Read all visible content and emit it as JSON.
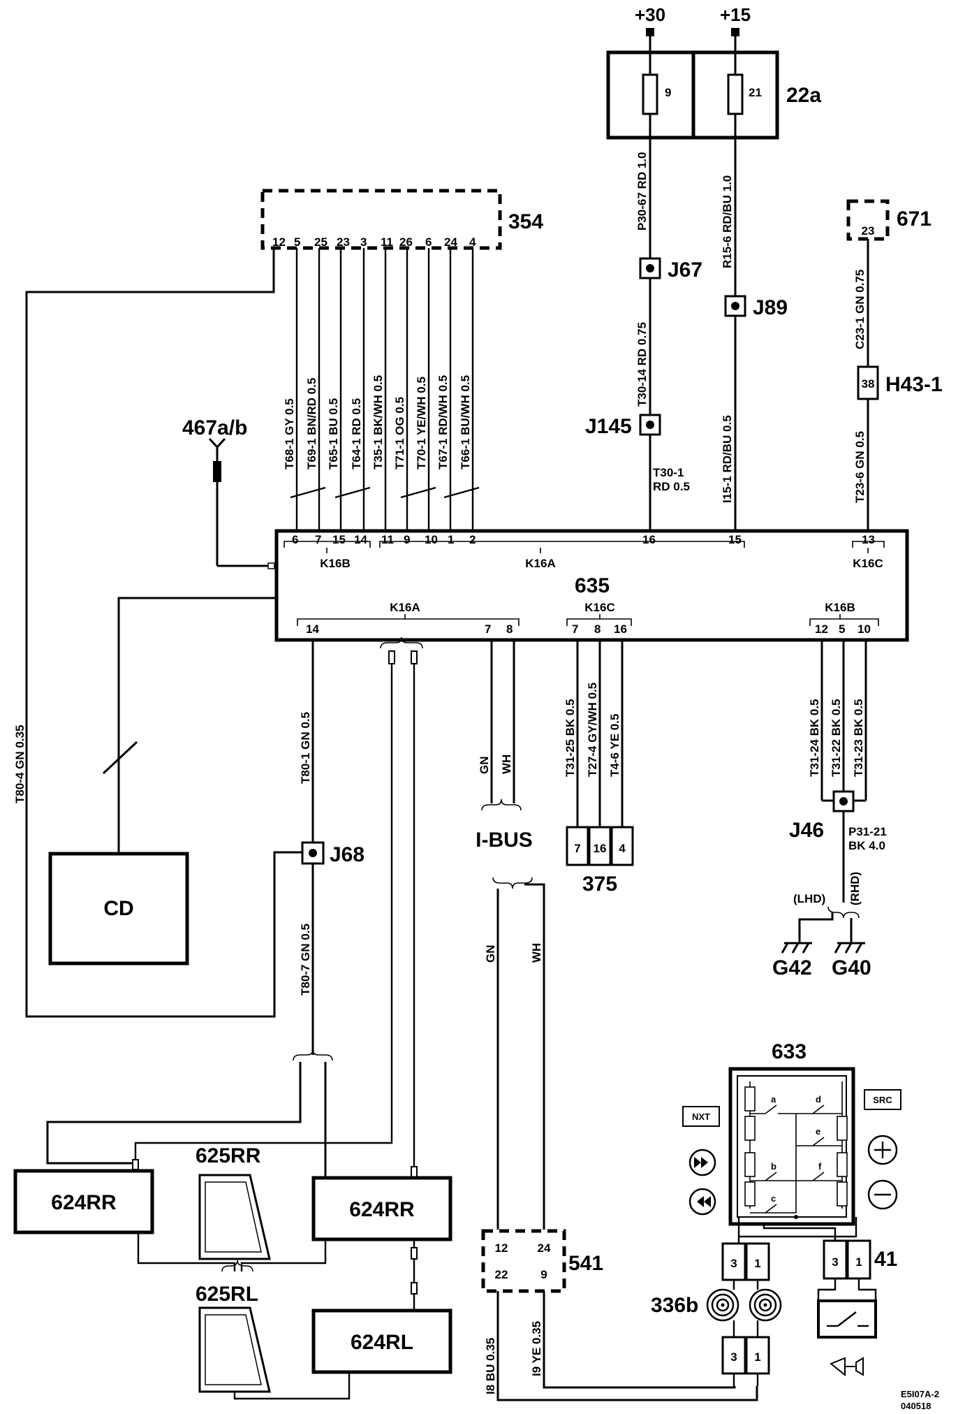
{
  "supply": {
    "terminal_30": "+30",
    "terminal_15": "+15"
  },
  "components": {
    "fusebox": "22a",
    "fuse_9": "9",
    "fuse_21": "21",
    "c354": "354",
    "c671": "671",
    "c671_pin": "23",
    "h43": "H43-1",
    "h43_pin": "38",
    "j67": "J67",
    "j89": "J89",
    "j145": "J145",
    "j68": "J68",
    "j46": "J46",
    "antenna": "467a/b",
    "radio": "635",
    "cd": "CD",
    "ibus": "I-BUS",
    "c375": "375",
    "g42": "G42",
    "g40": "G40",
    "lhd": "(LHD)",
    "rhd": "(RHD)",
    "c633": "633",
    "c541": "541",
    "c41": "41",
    "c336b": "336b",
    "spk_624rr_left": "624RR",
    "spk_624rr_right": "624RR",
    "spk_624rl": "624RL",
    "spk_625rr": "625RR",
    "spk_625rl": "625RL",
    "btn_nxt": "NXT",
    "btn_src": "SRC",
    "sw_a": "a",
    "sw_b": "b",
    "sw_c": "c",
    "sw_d": "d",
    "sw_e": "e",
    "sw_f": "f",
    "footer_code": "E5I07A-2",
    "footer_date": "040518"
  },
  "c354_pins": [
    "12",
    "5",
    "25",
    "23",
    "3",
    "11",
    "26",
    "6",
    "24",
    "4"
  ],
  "c375_pins": [
    "7",
    "16",
    "4"
  ],
  "c541_pins": {
    "top_left": "12",
    "top_right": "24",
    "bottom_left": "22",
    "bottom_right": "9"
  },
  "c41_pins": [
    "3",
    "1"
  ],
  "c336b_top_pins": [
    "3",
    "1"
  ],
  "c336b_bottom_pins": [
    "3",
    "1"
  ],
  "radio_connectors": {
    "k16b_top": {
      "label": "K16B",
      "pins": [
        "6",
        "7",
        "15",
        "14"
      ]
    },
    "k16a_top": {
      "label": "K16A",
      "pins": [
        "11",
        "9",
        "10",
        "1",
        "2",
        "16",
        "15"
      ]
    },
    "k16c_top": {
      "label": "K16C",
      "pins": [
        "13"
      ]
    },
    "k16a_bottom": {
      "label": "K16A",
      "pins": [
        "14",
        "7",
        "8"
      ]
    },
    "k16c_bottom": {
      "label": "K16C",
      "pins": [
        "7",
        "8",
        "16"
      ]
    },
    "k16b_bottom": {
      "label": "K16B",
      "pins": [
        "12",
        "5",
        "10"
      ]
    }
  },
  "wires": {
    "p30_67": "P30-67  RD 1.0",
    "r15_6": "R15-6  RD/BU 1.0",
    "t30_14": "T30-14  RD  0.75",
    "i15_1": "I15-1  RD/BU  0.5",
    "t30_1_a": "T30-1",
    "t30_1_b": "RD  0.5",
    "c23_1": "C23-1  GN  0.75",
    "t23_6": "T23-6  GN  0.5",
    "t68_1": "T68-1  GY  0.5",
    "t69_1": "T69-1  BN/RD  0.5",
    "t65_1": "T65-1  BU  0.5",
    "t64_1": "T64-1  RD  0.5",
    "t35_1": "T35-1  BK/WH  0.5",
    "t71_1": "T71-1  OG  0.5",
    "t70_1": "T70-1  YE/WH  0.5",
    "t67_1": "T67-1  RD/WH  0.5",
    "t66_1": "T66-1  BU/WH  0.5",
    "t80_4": "T80-4  GN  0.35",
    "t80_1": "T80-1  GN  0.5",
    "t80_7": "T80-7  GN  0.5",
    "gn_top": "GN",
    "wh_top": "WH",
    "gn_bottom": "GN",
    "wh_bottom": "WH",
    "t31_25": "T31-25  BK  0.5",
    "t27_4": "T27-4  GY/WH  0.5",
    "t4_6": "T4-6  YE  0.5",
    "t31_24": "T31-24  BK  0.5",
    "t31_22": "T31-22  BK  0.5",
    "t31_23": "T31-23  BK  0.5",
    "p31_21_a": "P31-21",
    "p31_21_b": "BK 4.0",
    "i8": "I8  BU  0.35",
    "i9": "I9  YE  0.35"
  }
}
